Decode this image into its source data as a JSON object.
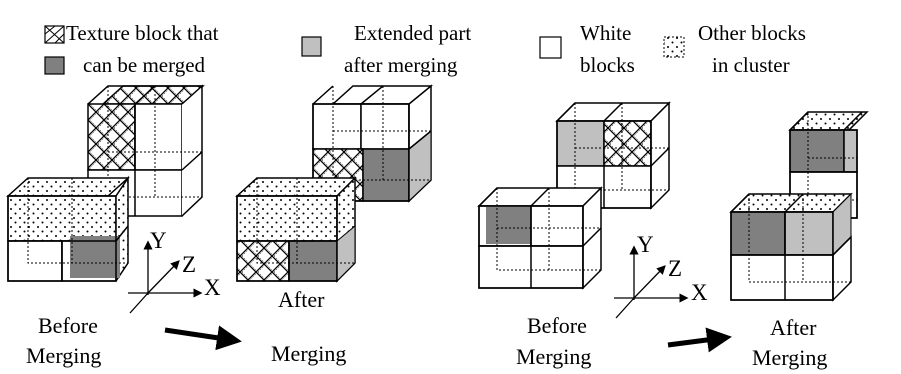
{
  "legend": {
    "texture": [
      "Texture block that",
      "can be merged"
    ],
    "extended": [
      "Extended part",
      "after merging"
    ],
    "white": [
      "White",
      "blocks"
    ],
    "other": [
      "Other blocks",
      "in cluster"
    ]
  },
  "captions": {
    "left_before": [
      "Before",
      "Merging"
    ],
    "left_after": [
      "After",
      "Merging"
    ],
    "right_before": [
      "Before",
      "Merging"
    ],
    "right_after": [
      "After",
      "Merging"
    ]
  },
  "axes": {
    "y": "Y",
    "z": "Z",
    "x": "X"
  },
  "colors": {
    "dark_gray": "#808080",
    "light_gray": "#c0c0c0",
    "line": "#000000"
  }
}
